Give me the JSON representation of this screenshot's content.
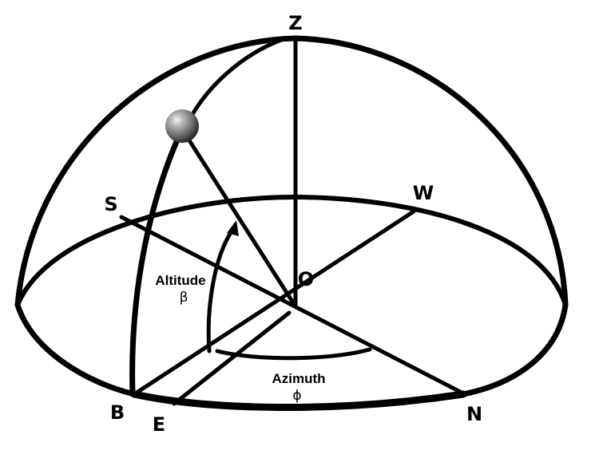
{
  "diagram": {
    "title": "Solar position on celestial hemisphere",
    "labels": {
      "zenith": "Z",
      "south": "S",
      "west": "W",
      "origin": "O",
      "east": "E",
      "north": "N",
      "b_point": "B",
      "altitude": "Altitude",
      "altitude_symbol": "β",
      "azimuth": "Azimuth",
      "azimuth_symbol": "ϕ"
    },
    "objects": {
      "sun": "sun-sphere"
    },
    "colors": {
      "line": "#000000",
      "background": "#ffffff",
      "sun_highlight": "#f2f2f2",
      "sun_mid": "#8a8a8a",
      "sun_shadow": "#2a2a2a"
    }
  }
}
